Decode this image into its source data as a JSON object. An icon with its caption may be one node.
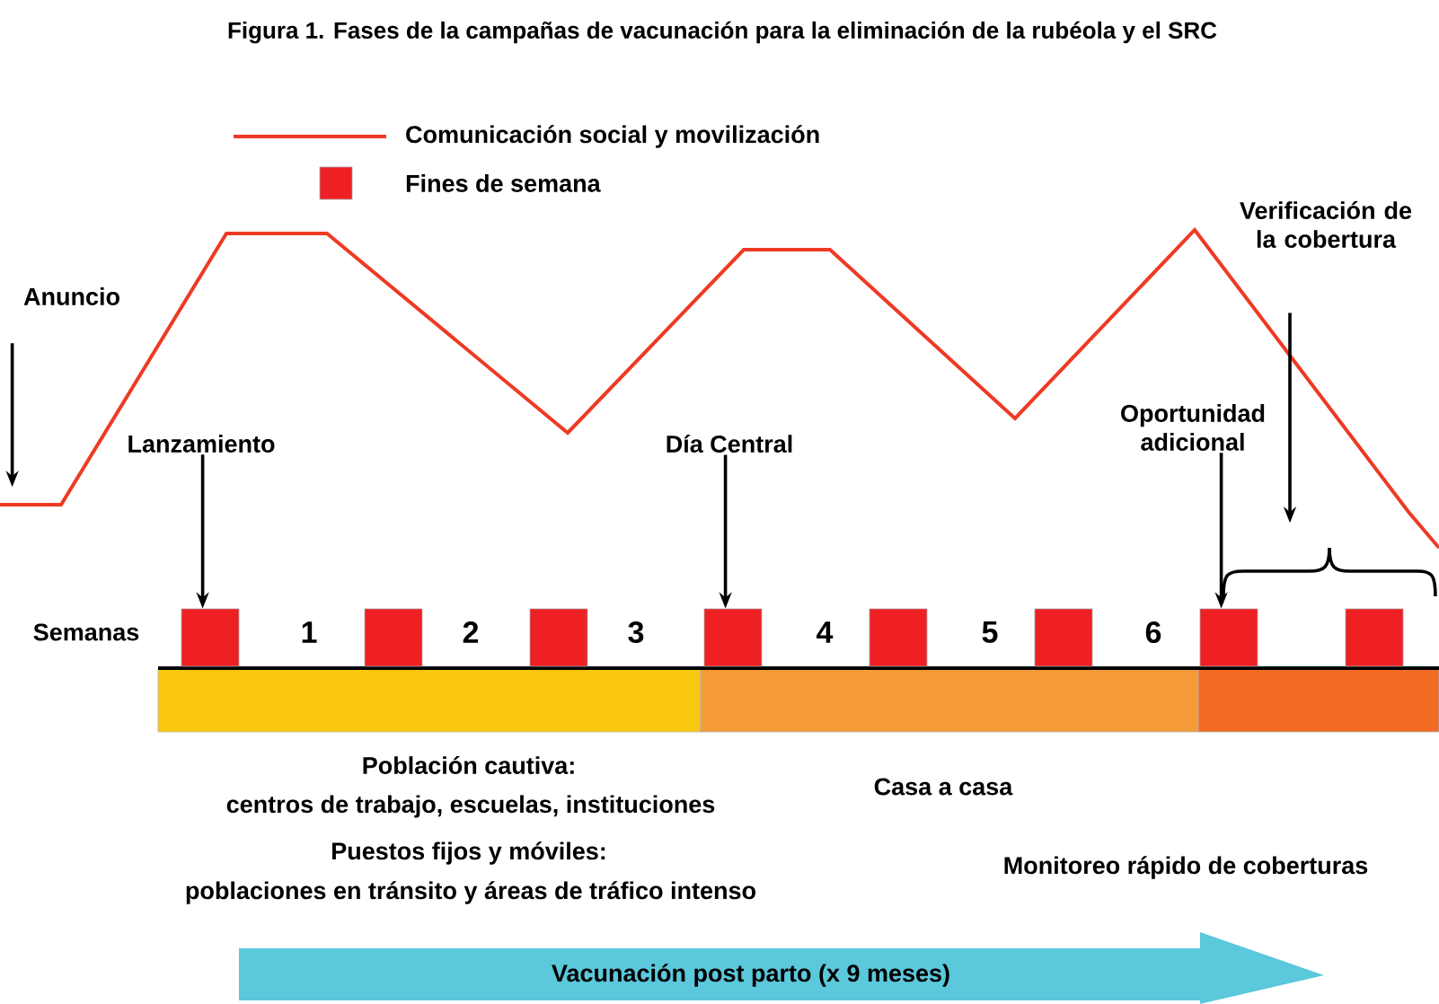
{
  "diagram": {
    "title": "Figura 1. Fases de la campañas de vacunación para la eliminación de la rubéola y el SRC",
    "nodes": [
      {
        "text": [
          "Anuncio"
        ]
      },
      {
        "text": [
          "Verificación de la cobertura"
        ]
      },
      {
        "text": [
          "Lanzamiento"
        ]
      },
      {
        "text": [
          "Día Central"
        ]
      },
      {
        "text": [
          "Oportunidad adicional"
        ]
      },
      {
        "text": [],
        "shape": "box"
      },
      {
        "text": [],
        "shape": "box"
      },
      {
        "text": [],
        "shape": "box"
      },
      {
        "text": [],
        "shape": "box"
      },
      {
        "text": [],
        "shape": "box"
      },
      {
        "text": [],
        "shape": "box"
      },
      {
        "text": [],
        "shape": "box"
      },
      {
        "text": [],
        "shape": "box"
      },
      {
        "text": [],
        "shape": "bar",
        "beside": [
          "Población cautiva:",
          "centros de trabajo, escuelas, instituciones",
          "Puestos fijos y móviles:",
          "poblaciones en tránsito y áreas de tráfico intenso"
        ]
      },
      {
        "text": [],
        "shape": "bar",
        "beside": [
          "Casa a casa"
        ]
      },
      {
        "text": [],
        "shape": "bar"
      },
      {
        "text": [
          "Vacunación post parto (x 9 meses)"
        ]
      }
    ],
    "edges": [
      {
        "from": 0,
        "to": null,
        "arrow": "to"
      },
      {
        "from": 2,
        "to": 5,
        "arrow": "to"
      },
      {
        "from": 3,
        "to": 8,
        "arrow": "to"
      },
      {
        "from": 4,
        "to": 11,
        "arrow": "to"
      },
      {
        "from": 1,
        "to": null,
        "arrow": "to"
      }
    ],
    "labels": [
      "Semanas",
      "1",
      "2",
      "3",
      "4",
      "5",
      "6",
      "Monitoreo rápido de coberturas"
    ],
    "legend": [
      {
        "text": "Comunicación social y movilización"
      },
      {
        "text": "Fines de semana",
        "color": "#ee2024"
      }
    ]
  }
}
